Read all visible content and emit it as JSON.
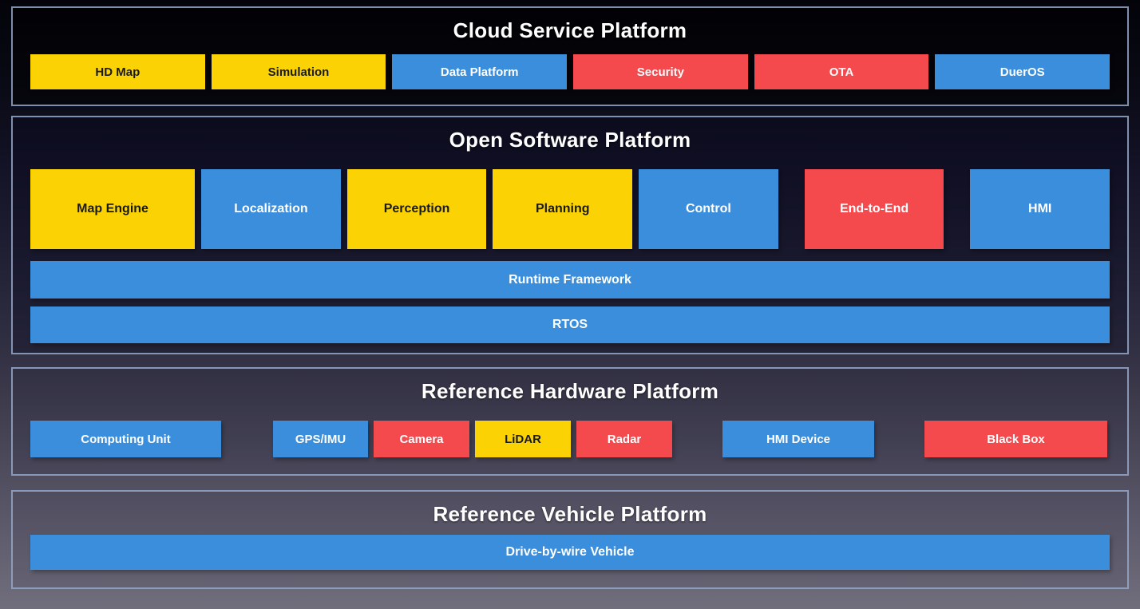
{
  "colors": {
    "yellow": "#FBD304",
    "blue": "#3B8EDB",
    "red": "#F4494D",
    "panel_border": "#94A8CA",
    "title_text": "#FFFFFF",
    "text_on_yellow": "#1A1A1A",
    "text_on_blue_red": "#FFFFFF"
  },
  "sections": {
    "cloud": {
      "title": "Cloud Service Platform",
      "boxes": [
        {
          "label": "HD Map",
          "color": "yellow"
        },
        {
          "label": "Simulation",
          "color": "yellow"
        },
        {
          "label": "Data Platform",
          "color": "blue"
        },
        {
          "label": "Security",
          "color": "red"
        },
        {
          "label": "OTA",
          "color": "red"
        },
        {
          "label": "DuerOS",
          "color": "blue"
        }
      ]
    },
    "software": {
      "title": "Open Software Platform",
      "boxes": [
        {
          "label": "Map Engine",
          "color": "yellow"
        },
        {
          "label": "Localization",
          "color": "blue"
        },
        {
          "label": "Perception",
          "color": "yellow"
        },
        {
          "label": "Planning",
          "color": "yellow"
        },
        {
          "label": "Control",
          "color": "blue"
        },
        {
          "label": "End-to-End",
          "color": "red"
        },
        {
          "label": "HMI",
          "color": "blue"
        }
      ],
      "bars": [
        {
          "label": "Runtime Framework",
          "color": "blue"
        },
        {
          "label": "RTOS",
          "color": "blue"
        }
      ]
    },
    "hardware": {
      "title": "Reference Hardware Platform",
      "boxes": [
        {
          "label": "Computing Unit",
          "color": "blue"
        },
        {
          "label": "GPS/IMU",
          "color": "blue"
        },
        {
          "label": "Camera",
          "color": "red"
        },
        {
          "label": "LiDAR",
          "color": "yellow"
        },
        {
          "label": "Radar",
          "color": "red"
        },
        {
          "label": "HMI Device",
          "color": "blue"
        },
        {
          "label": "Black Box",
          "color": "red"
        }
      ]
    },
    "vehicle": {
      "title": "Reference Vehicle Platform",
      "bars": [
        {
          "label": "Drive-by-wire Vehicle",
          "color": "blue"
        }
      ]
    }
  }
}
